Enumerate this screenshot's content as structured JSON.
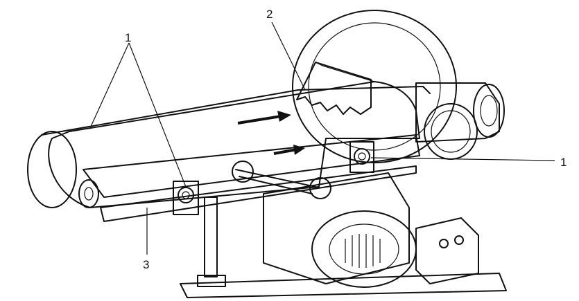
{
  "callouts": {
    "one_top": "1",
    "two": "2",
    "one_right": "1",
    "three": "3"
  },
  "icons": {
    "direction_arrow": "arrow-right-icon",
    "knob": "knob-icon"
  },
  "colors": {
    "ink": "#111111",
    "stipple": "#bdbdbd",
    "paper": "#ffffff"
  }
}
